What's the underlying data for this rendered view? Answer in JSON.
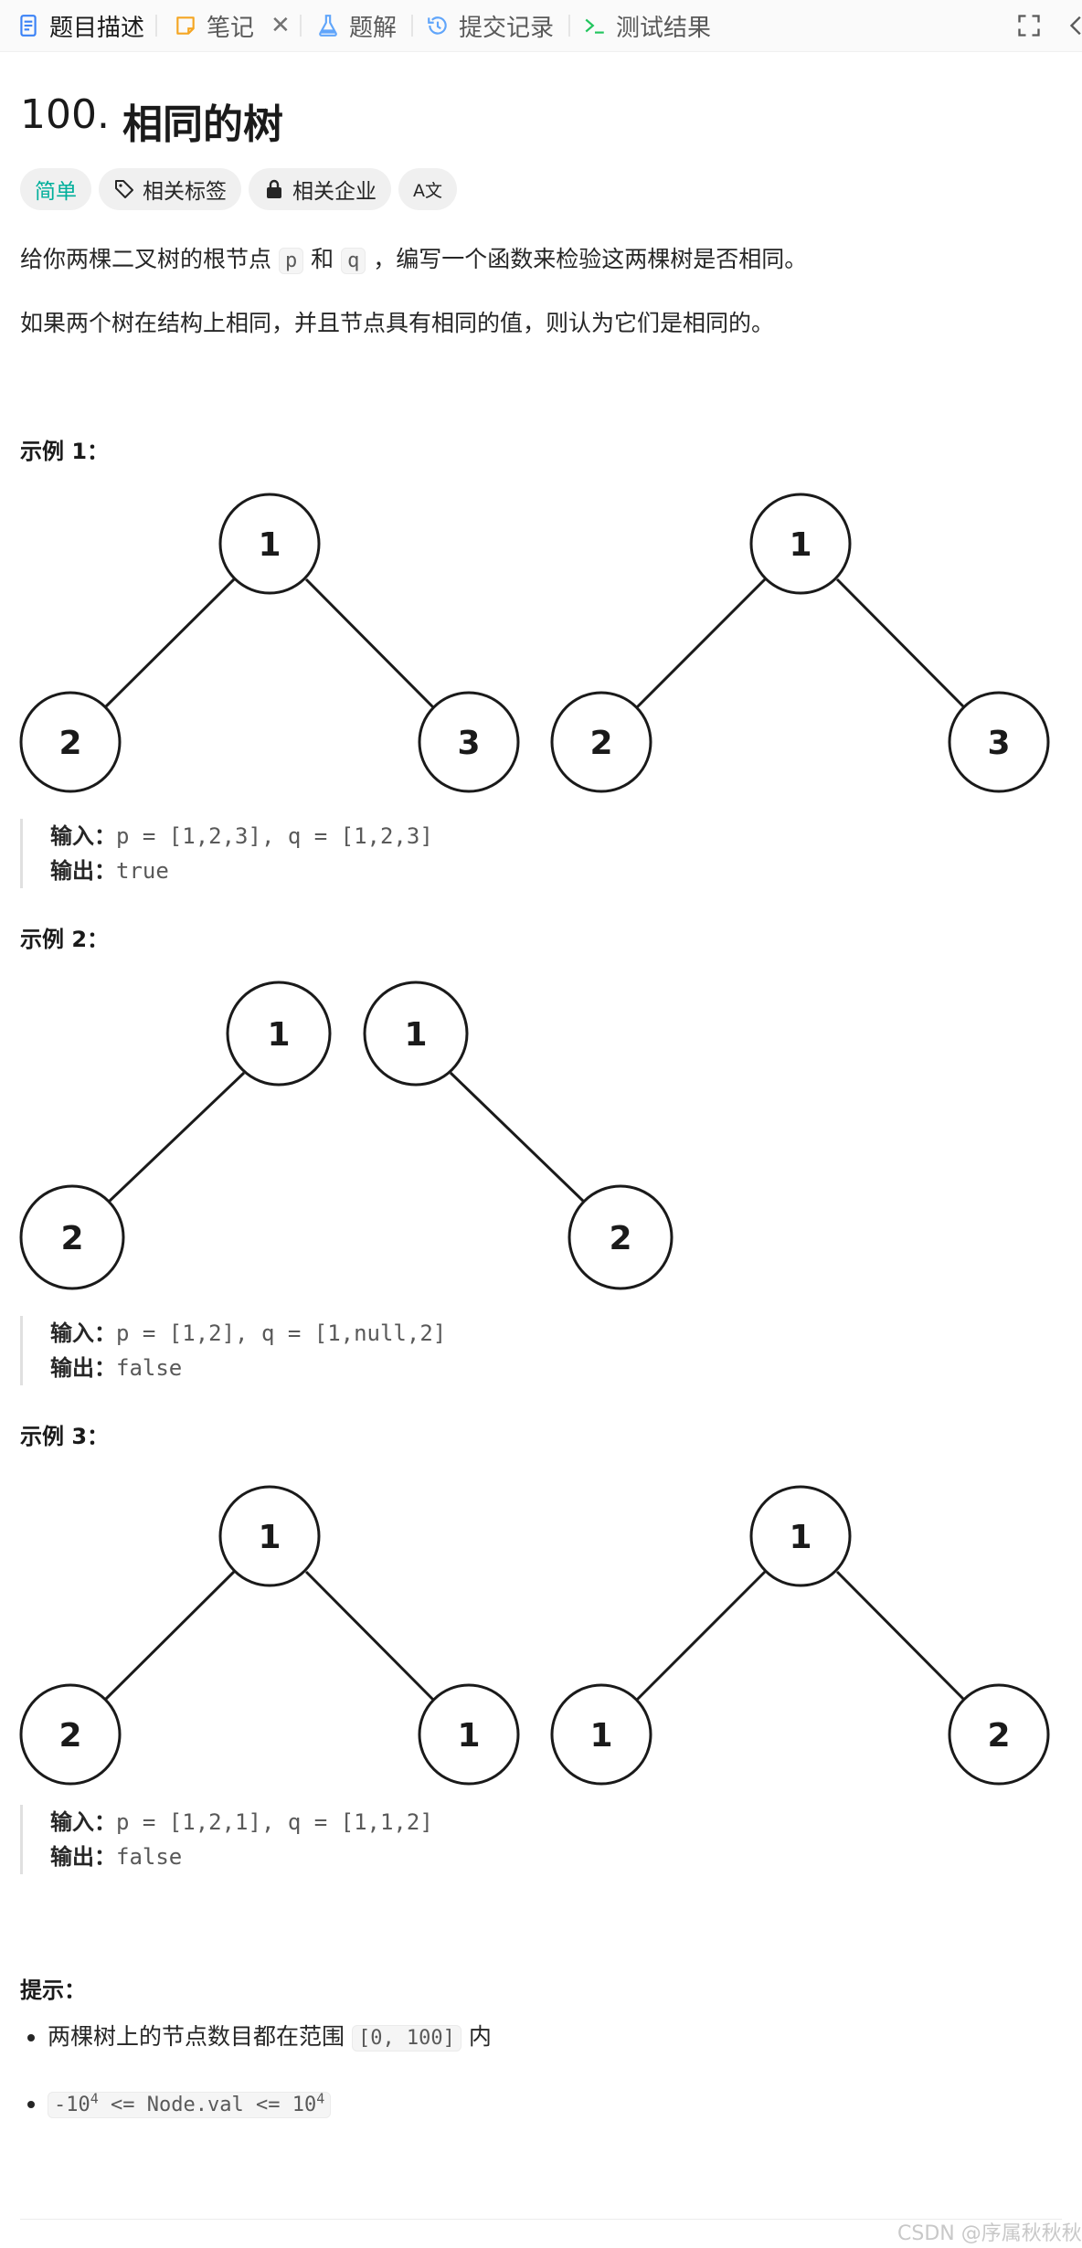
{
  "tabs": [
    {
      "label": "题目描述",
      "icon": "description-icon"
    },
    {
      "label": "笔记",
      "icon": "note-icon",
      "close": "✕"
    },
    {
      "label": "题解",
      "icon": "flask-icon"
    },
    {
      "label": "提交记录",
      "icon": "history-icon"
    },
    {
      "label": "测试结果",
      "icon": "terminal-icon"
    }
  ],
  "problem": {
    "number": "100.",
    "name": "相同的树",
    "tags": {
      "difficulty": "简单",
      "related_tags": "相关标签",
      "related_companies": "相关企业",
      "translate": "A文"
    },
    "desc1_a": "给你两棵二叉树的根节点 ",
    "desc1_p": "p",
    "desc1_and": " 和 ",
    "desc1_q": "q",
    "desc1_b": " ，编写一个函数来检验这两棵树是否相同。",
    "desc2": "如果两个树在结构上相同，并且节点具有相同的值，则认为它们是相同的。"
  },
  "labels": {
    "input": "输入：",
    "output": "输出："
  },
  "examples": [
    {
      "title": "示例 1：",
      "input": "p = [1,2,3], q = [1,2,3]",
      "output": "true",
      "trees": [
        {
          "nodes": [
            "1",
            "2",
            "3"
          ]
        },
        {
          "nodes": [
            "1",
            "2",
            "3"
          ]
        }
      ]
    },
    {
      "title": "示例 2：",
      "input": "p = [1,2], q = [1,null,2]",
      "output": "false",
      "trees": [
        {
          "nodes": [
            "1",
            "2"
          ]
        },
        {
          "nodes": [
            "1",
            "2"
          ]
        }
      ]
    },
    {
      "title": "示例 3：",
      "input": "p = [1,2,1], q = [1,1,2]",
      "output": "false",
      "trees": [
        {
          "nodes": [
            "1",
            "2",
            "1"
          ]
        },
        {
          "nodes": [
            "1",
            "1",
            "2"
          ]
        }
      ]
    }
  ],
  "hints": {
    "title": "提示：",
    "item1_a": "两棵树上的节点数目都在范围 ",
    "item1_code": "[0, 100]",
    "item1_b": " 内",
    "item2_a": "-10",
    "item2_sup1": "4",
    "item2_b": " <= Node.val <= 10",
    "item2_sup2": "4"
  },
  "watermark": "CSDN @序属秋秋秋"
}
